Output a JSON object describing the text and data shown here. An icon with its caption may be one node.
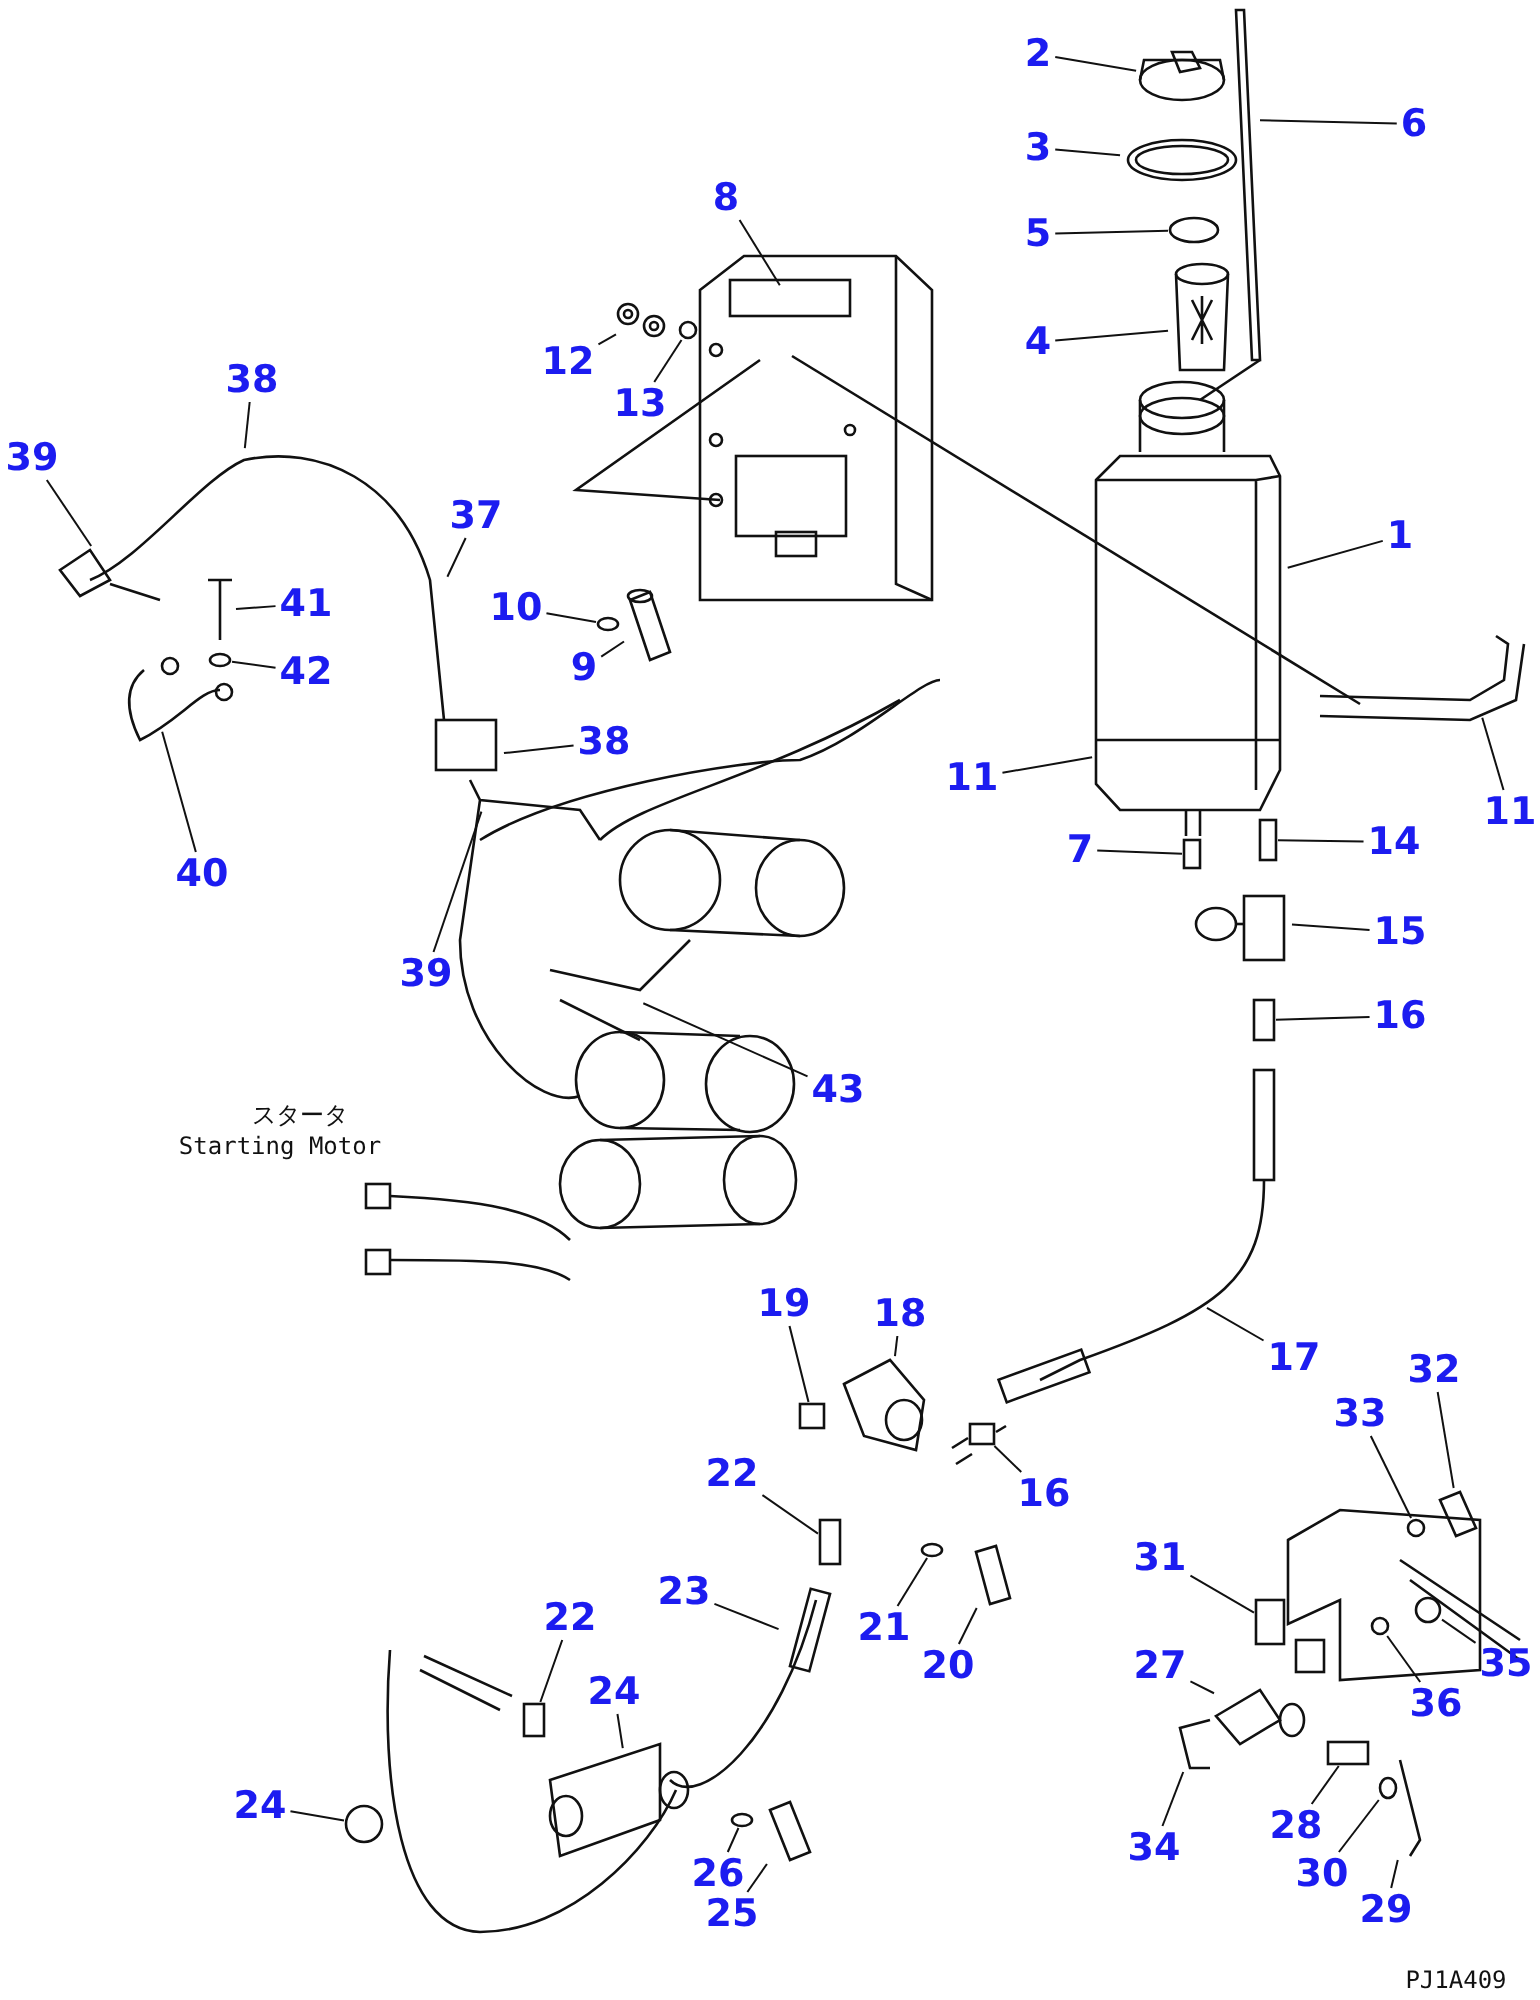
{
  "diagram": {
    "nodes": [
      {
        "text": [
          "2"
        ]
      },
      {
        "text": [
          "3"
        ]
      },
      {
        "text": [
          "6"
        ]
      },
      {
        "text": [
          "5"
        ]
      },
      {
        "text": [
          "4"
        ]
      },
      {
        "text": [
          "8"
        ]
      },
      {
        "text": [
          "12"
        ]
      },
      {
        "text": [
          "13"
        ]
      },
      {
        "text": [
          "38"
        ]
      },
      {
        "text": [
          "39"
        ]
      },
      {
        "text": [
          "37"
        ]
      },
      {
        "text": [
          "41"
        ]
      },
      {
        "text": [
          "42"
        ]
      },
      {
        "text": [
          "1"
        ]
      },
      {
        "text": [
          "10"
        ]
      },
      {
        "text": [
          "9"
        ]
      },
      {
        "text": [
          "38"
        ]
      },
      {
        "text": [
          "11"
        ]
      },
      {
        "text": [
          "11"
        ]
      },
      {
        "text": [
          "40"
        ]
      },
      {
        "text": [
          "14"
        ]
      },
      {
        "text": [
          "7"
        ]
      },
      {
        "text": [
          "15"
        ]
      },
      {
        "text": [
          "39"
        ]
      },
      {
        "text": [
          "16"
        ]
      },
      {
        "text": [
          "43"
        ]
      },
      {
        "text": [
          "19"
        ]
      },
      {
        "text": [
          "18"
        ]
      },
      {
        "text": [
          "17"
        ]
      },
      {
        "text": [
          "32"
        ]
      },
      {
        "text": [
          "33"
        ]
      },
      {
        "text": [
          "22"
        ]
      },
      {
        "text": [
          "16"
        ]
      },
      {
        "text": [
          "23"
        ]
      },
      {
        "text": [
          "31"
        ]
      },
      {
        "text": [
          "21"
        ]
      },
      {
        "text": [
          "20"
        ]
      },
      {
        "text": [
          "35"
        ]
      },
      {
        "text": [
          "22"
        ]
      },
      {
        "text": [
          "24"
        ]
      },
      {
        "text": [
          "27"
        ]
      },
      {
        "text": [
          "36"
        ]
      },
      {
        "text": [
          "24"
        ]
      },
      {
        "text": [
          "34"
        ]
      },
      {
        "text": [
          "28"
        ]
      },
      {
        "text": [
          "30"
        ]
      },
      {
        "text": [
          "26"
        ]
      },
      {
        "text": [
          "29"
        ]
      },
      {
        "text": [
          "25"
        ]
      },
      {
        "text": [],
        "shape": "circle"
      },
      {
        "text": [],
        "shape": "picture"
      },
      {
        "text": [],
        "shape": "circle"
      },
      {
        "text": [],
        "shape": "picture"
      },
      {
        "text": [],
        "shape": "picture"
      },
      {
        "text": [],
        "shape": "circle"
      },
      {
        "text": [],
        "shape": "circle"
      },
      {
        "text": [],
        "shape": "picture"
      },
      {
        "text": [],
        "shape": "box"
      },
      {
        "text": [],
        "shape": "box"
      },
      {
        "text": [],
        "shape": "box"
      },
      {
        "text": [],
        "shape": "box"
      },
      {
        "text": [],
        "shape": "picture"
      },
      {
        "text": [],
        "shape": "circle"
      },
      {
        "text": [],
        "shape": "box"
      },
      {
        "text": [],
        "shape": "box"
      },
      {
        "text": [],
        "shape": "box"
      },
      {
        "text": [],
        "shape": "circle"
      },
      {
        "text": [],
        "shape": "picture"
      },
      {
        "text": [],
        "shape": "circle"
      },
      {
        "text": [],
        "shape": "box"
      },
      {
        "text": [],
        "shape": "picture"
      },
      {
        "text": [],
        "shape": "circle"
      },
      {
        "text": [],
        "shape": "circle"
      },
      {
        "text": [],
        "shape": "picture"
      },
      {
        "text": [],
        "shape": "box"
      },
      {
        "text": [],
        "shape": "circle"
      },
      {
        "text": [],
        "shape": "picture"
      },
      {
        "text": [],
        "shape": "circle"
      },
      {
        "text": [],
        "shape": "picture"
      }
    ],
    "edges": [
      {
        "from": 0,
        "to": null,
        "arrow": "none"
      },
      {
        "from": 1,
        "to": null,
        "arrow": "none"
      },
      {
        "from": 2,
        "to": null,
        "arrow": "none"
      },
      {
        "from": 3,
        "to": 49,
        "arrow": "none"
      },
      {
        "from": 4,
        "to": null,
        "arrow": "none"
      },
      {
        "from": 5,
        "to": null,
        "arrow": "none"
      },
      {
        "from": 6,
        "to": 50,
        "arrow": "none"
      },
      {
        "from": 7,
        "to": 51,
        "arrow": "none"
      },
      {
        "from": 8,
        "to": null,
        "arrow": "none"
      },
      {
        "from": 9,
        "to": 52,
        "arrow": "none"
      },
      {
        "from": 10,
        "to": null,
        "arrow": "none"
      },
      {
        "from": 11,
        "to": 53,
        "arrow": "none"
      },
      {
        "from": 12,
        "to": 54,
        "arrow": "none"
      },
      {
        "from": 13,
        "to": null,
        "arrow": "none"
      },
      {
        "from": 14,
        "to": 55,
        "arrow": "none"
      },
      {
        "from": 15,
        "to": 56,
        "arrow": "none"
      },
      {
        "from": 16,
        "to": null,
        "arrow": "none"
      },
      {
        "from": 17,
        "to": null,
        "arrow": "none"
      },
      {
        "from": 18,
        "to": null,
        "arrow": "none"
      },
      {
        "from": 19,
        "to": null,
        "arrow": "none"
      },
      {
        "from": 20,
        "to": 57,
        "arrow": "none"
      },
      {
        "from": 21,
        "to": 58,
        "arrow": "none"
      },
      {
        "from": 22,
        "to": null,
        "arrow": "none"
      },
      {
        "from": 23,
        "to": null,
        "arrow": "none"
      },
      {
        "from": 24,
        "to": 59,
        "arrow": "none"
      },
      {
        "from": 25,
        "to": null,
        "arrow": "none"
      },
      {
        "from": 26,
        "to": 60,
        "arrow": "none"
      },
      {
        "from": 27,
        "to": null,
        "arrow": "none"
      },
      {
        "from": 28,
        "to": null,
        "arrow": "none"
      },
      {
        "from": 29,
        "to": 61,
        "arrow": "none"
      },
      {
        "from": 30,
        "to": 62,
        "arrow": "none"
      },
      {
        "from": 31,
        "to": 63,
        "arrow": "none"
      },
      {
        "from": 32,
        "to": 64,
        "arrow": "none"
      },
      {
        "from": 33,
        "to": null,
        "arrow": "none"
      },
      {
        "from": 34,
        "to": 65,
        "arrow": "none"
      },
      {
        "from": 35,
        "to": 66,
        "arrow": "none"
      },
      {
        "from": 36,
        "to": 67,
        "arrow": "none"
      },
      {
        "from": 37,
        "to": 68,
        "arrow": "none"
      },
      {
        "from": 38,
        "to": 69,
        "arrow": "none"
      },
      {
        "from": 39,
        "to": null,
        "arrow": "none"
      },
      {
        "from": 40,
        "to": 70,
        "arrow": "none"
      },
      {
        "from": 41,
        "to": 71,
        "arrow": "none"
      },
      {
        "from": 42,
        "to": 72,
        "arrow": "none"
      },
      {
        "from": 43,
        "to": 73,
        "arrow": "none"
      },
      {
        "from": 44,
        "to": 74,
        "arrow": "none"
      },
      {
        "from": 45,
        "to": 75,
        "arrow": "none"
      },
      {
        "from": 46,
        "to": 77,
        "arrow": "none"
      },
      {
        "from": 47,
        "to": 76,
        "arrow": "none"
      },
      {
        "from": 48,
        "to": 78,
        "arrow": "none"
      }
    ],
    "labels": [
      "スタータ",
      "Starting Motor",
      "PJ1A409"
    ]
  }
}
